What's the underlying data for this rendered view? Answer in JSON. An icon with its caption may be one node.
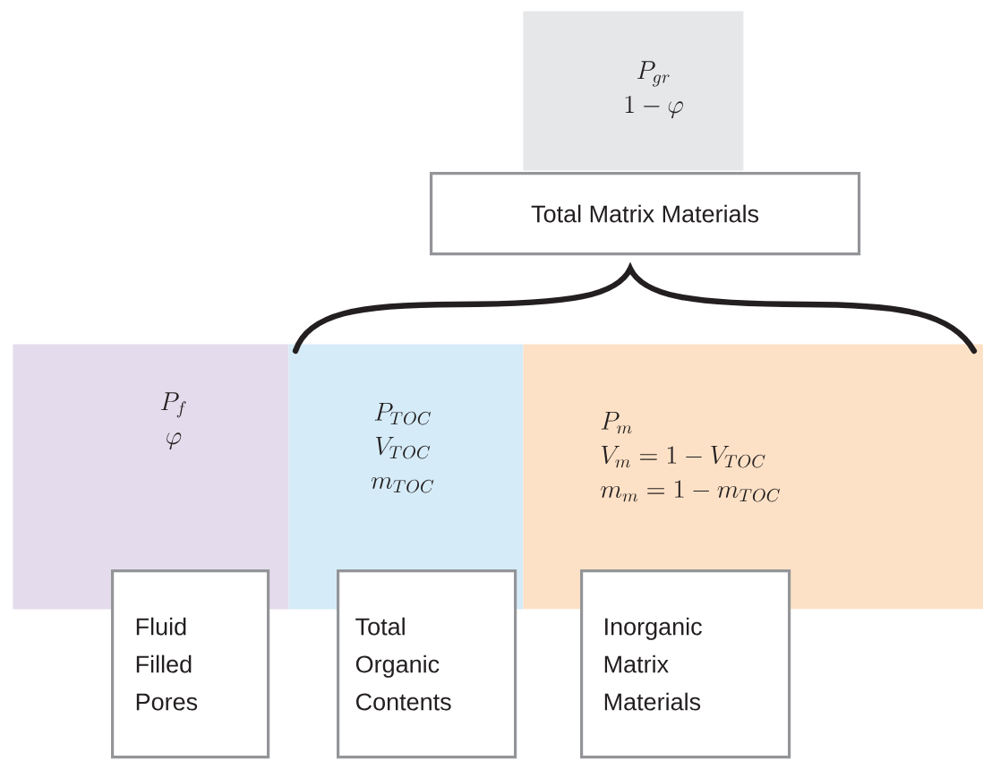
{
  "diagram": {
    "nodes": [
      {
        "text": [
          "P_{gr}",
          "1 - \\varphi"
        ]
      },
      {
        "text": [
          "Total Matrix Materials"
        ]
      },
      {
        "text": [
          "P_f",
          "\\varphi"
        ]
      },
      {
        "text": [
          "P_{TOC}",
          "V_{TOC}",
          "m_{TOC}"
        ]
      },
      {
        "text": [
          "P_m",
          "V_m = 1 - V_{TOC}",
          "m_m = 1 - m_{TOC}"
        ]
      },
      {
        "text": [
          "Fluid Filled Pores"
        ]
      },
      {
        "text": [
          "Total Organic Contents"
        ]
      },
      {
        "text": [
          "Inorganic Matrix Materials"
        ]
      }
    ]
  }
}
